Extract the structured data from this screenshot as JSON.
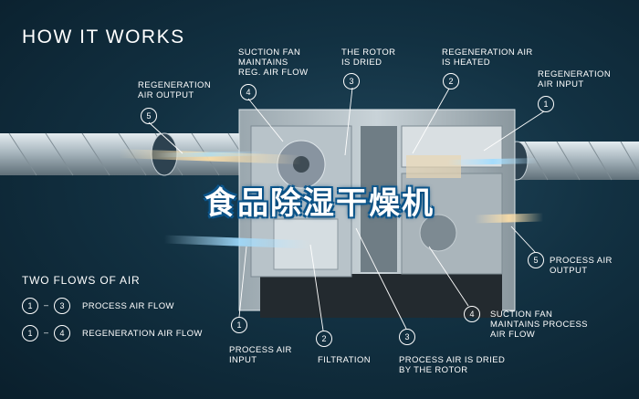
{
  "title": "HOW IT WORKS",
  "banner": "食品除湿干燥机",
  "legend": {
    "title": "TWO FLOWS OF AIR",
    "rows": [
      {
        "from": "1",
        "to": "3",
        "label": "PROCESS AIR FLOW"
      },
      {
        "from": "1",
        "to": "4",
        "label": "REGENERATION AIR FLOW"
      }
    ]
  },
  "top_labels": [
    {
      "num": "5",
      "line1": "REGENERATION",
      "line2": "AIR OUTPUT",
      "line3": ""
    },
    {
      "num": "4",
      "line1": "SUCTION FAN",
      "line2": "MAINTAINS",
      "line3": "REG. AIR FLOW"
    },
    {
      "num": "3",
      "line1": "THE ROTOR",
      "line2": "IS DRIED",
      "line3": ""
    },
    {
      "num": "2",
      "line1": "REGENERATION AIR",
      "line2": "IS HEATED",
      "line3": ""
    },
    {
      "num": "1",
      "line1": "REGENERATION",
      "line2": "AIR INPUT",
      "line3": ""
    }
  ],
  "bottom_labels": [
    {
      "num": "1",
      "line1": "PROCESS AIR",
      "line2": "INPUT",
      "line3": ""
    },
    {
      "num": "2",
      "line1": "FILTRATION",
      "line2": "",
      "line3": ""
    },
    {
      "num": "3",
      "line1": "PROCESS AIR IS DRIED",
      "line2": "BY THE ROTOR",
      "line3": ""
    },
    {
      "num": "4",
      "line1": "SUCTION FAN",
      "line2": "MAINTAINS PROCESS",
      "line3": "AIR FLOW"
    },
    {
      "num": "5",
      "line1": "PROCESS AIR",
      "line2": "OUTPUT",
      "line3": ""
    }
  ],
  "colors": {
    "background": "#0c2433",
    "regeneration_air": "#ffe0a8",
    "process_air": "#9fdcff",
    "text": "#ffffff"
  }
}
